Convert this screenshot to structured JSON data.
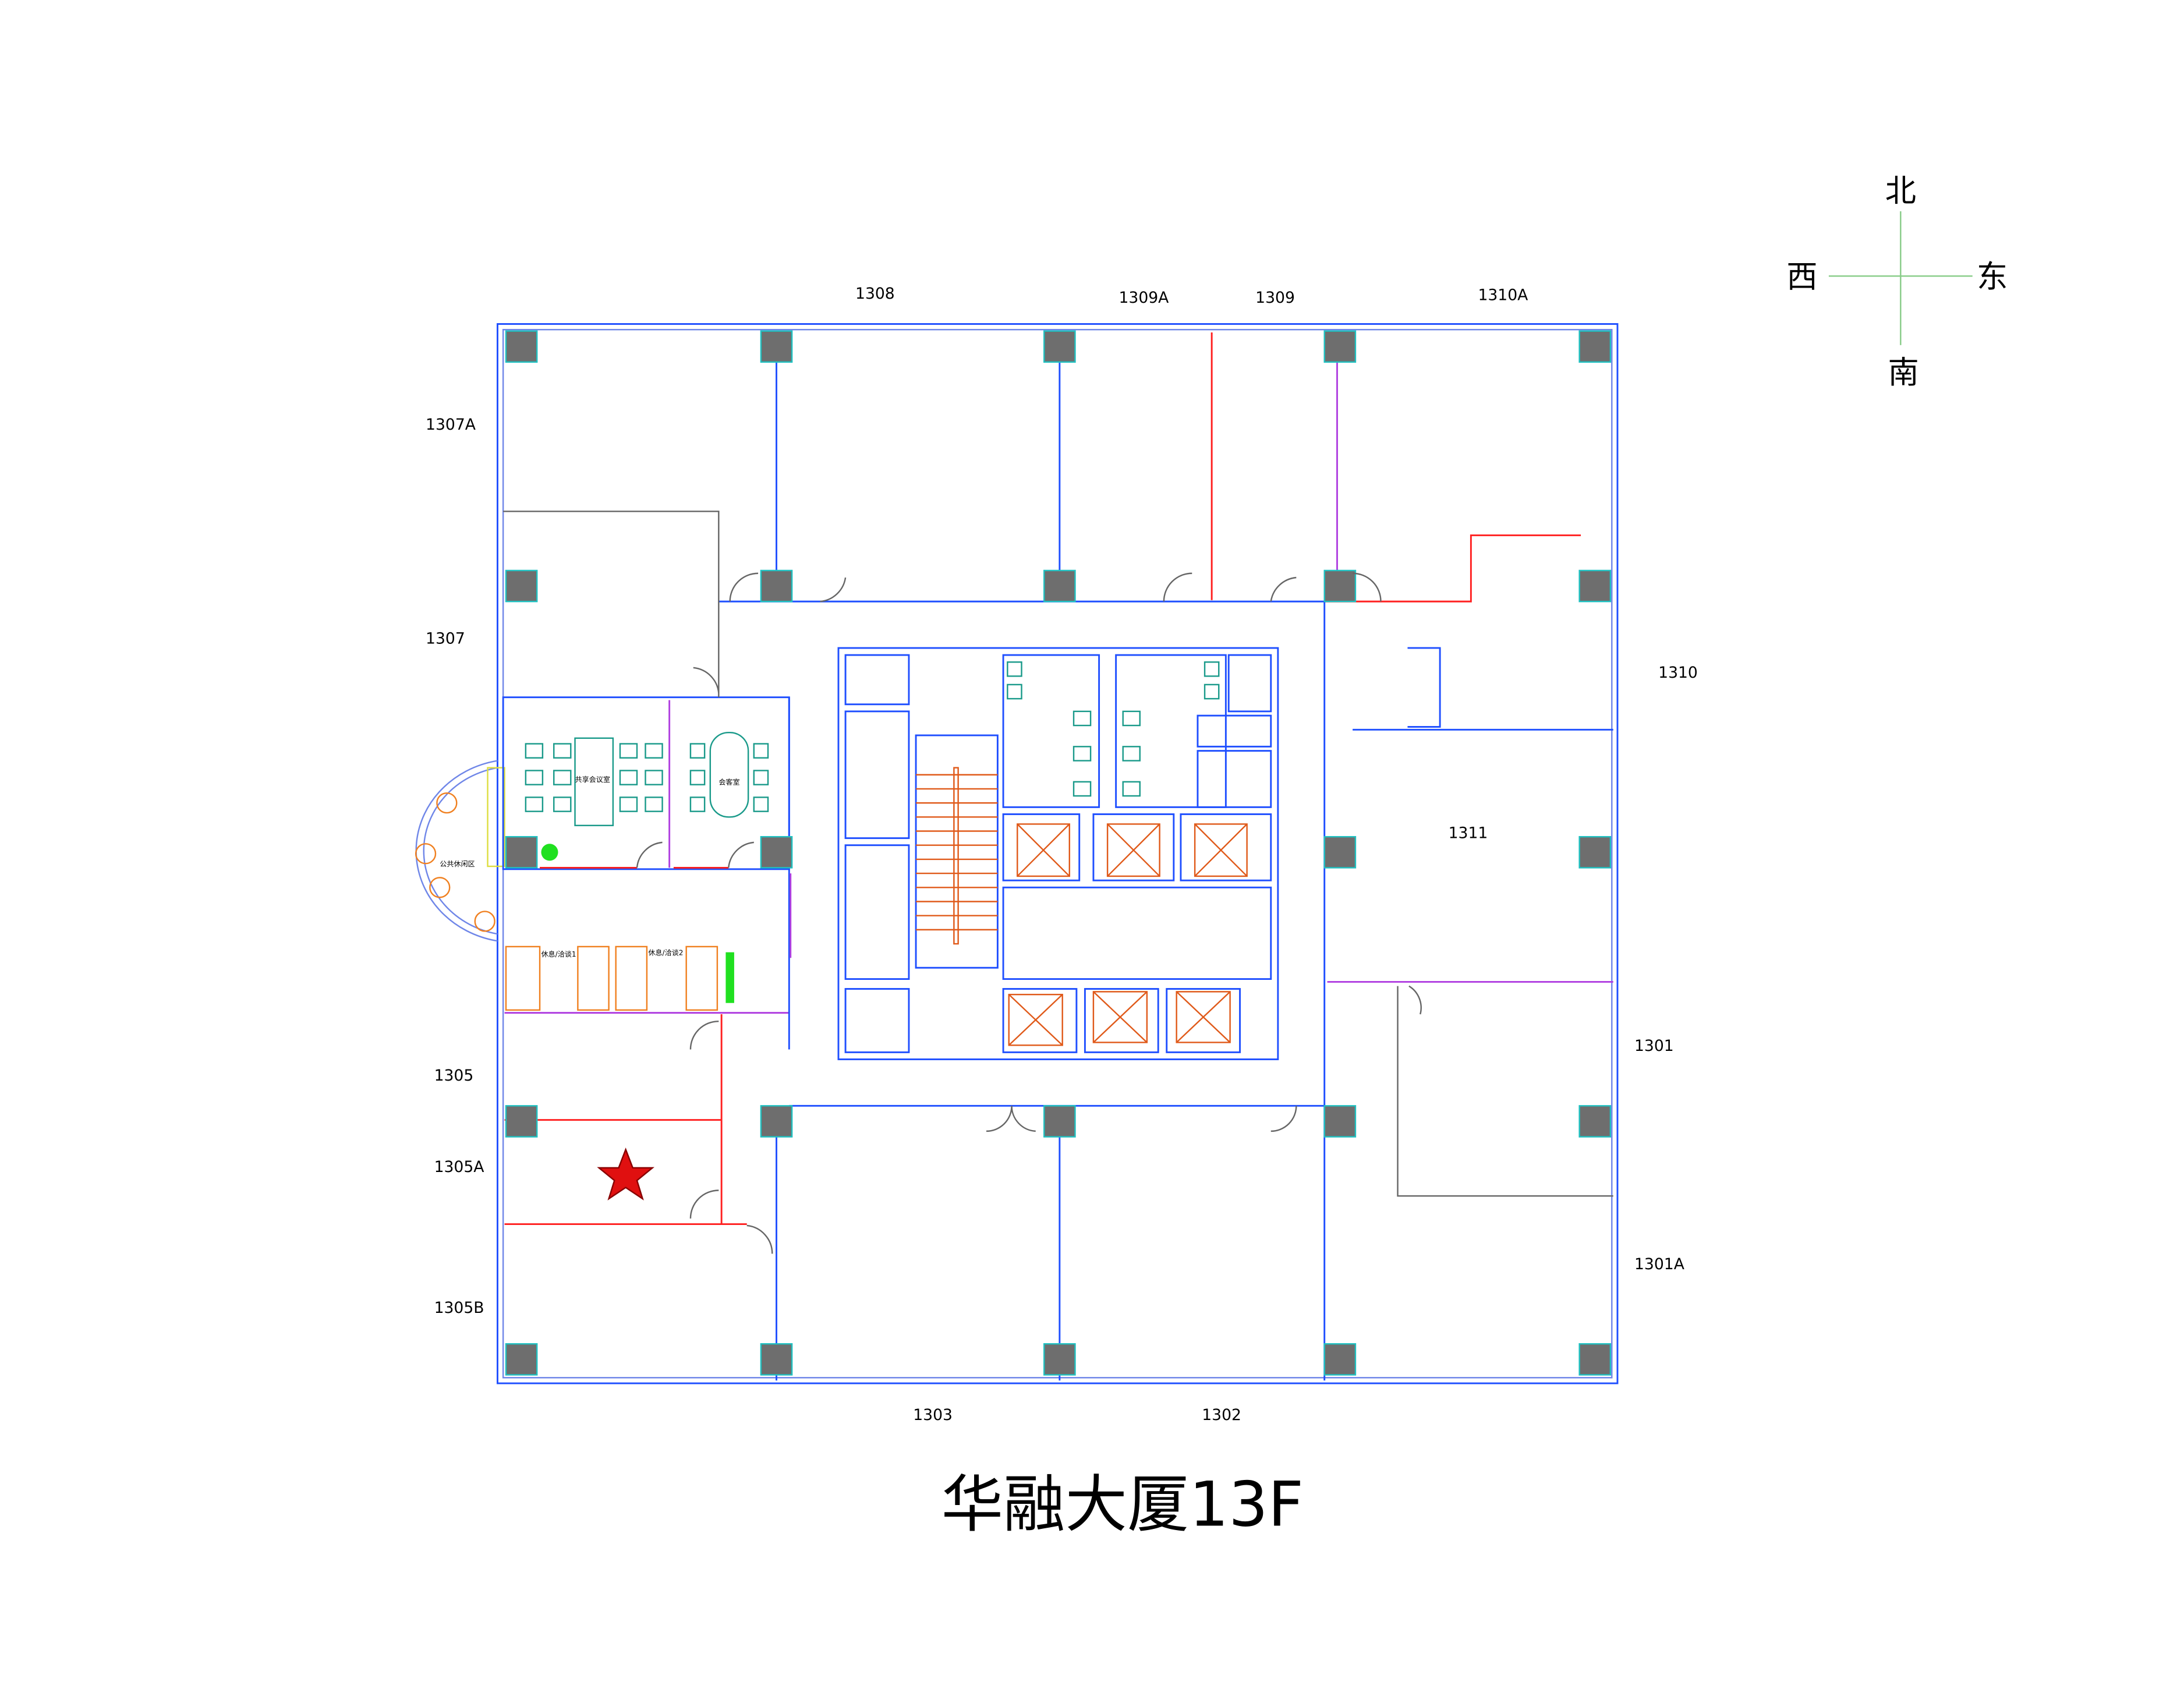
{
  "title": "华融大厦13F",
  "compass": {
    "north": "北",
    "south": "南",
    "east": "东",
    "west": "西"
  },
  "rooms": {
    "r1308": "1308",
    "r1309A": "1309A",
    "r1309": "1309",
    "r1310A": "1310A",
    "r1307A": "1307A",
    "r1307": "1307",
    "r1310": "1310",
    "r1311": "1311",
    "r1301": "1301",
    "r1301A": "1301A",
    "r1305": "1305",
    "r1305A": "1305A",
    "r1305B": "1305B",
    "r1303": "1303",
    "r1302": "1302"
  },
  "areas": {
    "shared_meeting": "共享会议室",
    "reception": "会客室",
    "public_lounge": "公共休闲区",
    "lounge1": "休息/洽谈1",
    "lounge2": "休息/洽谈2"
  },
  "marker": {
    "icon": "star-icon",
    "color": "#e01010",
    "room": "1305A"
  },
  "colors": {
    "wall": "#1f4fff",
    "column": "#6e6e6e",
    "partition": "#ff2020"
  }
}
